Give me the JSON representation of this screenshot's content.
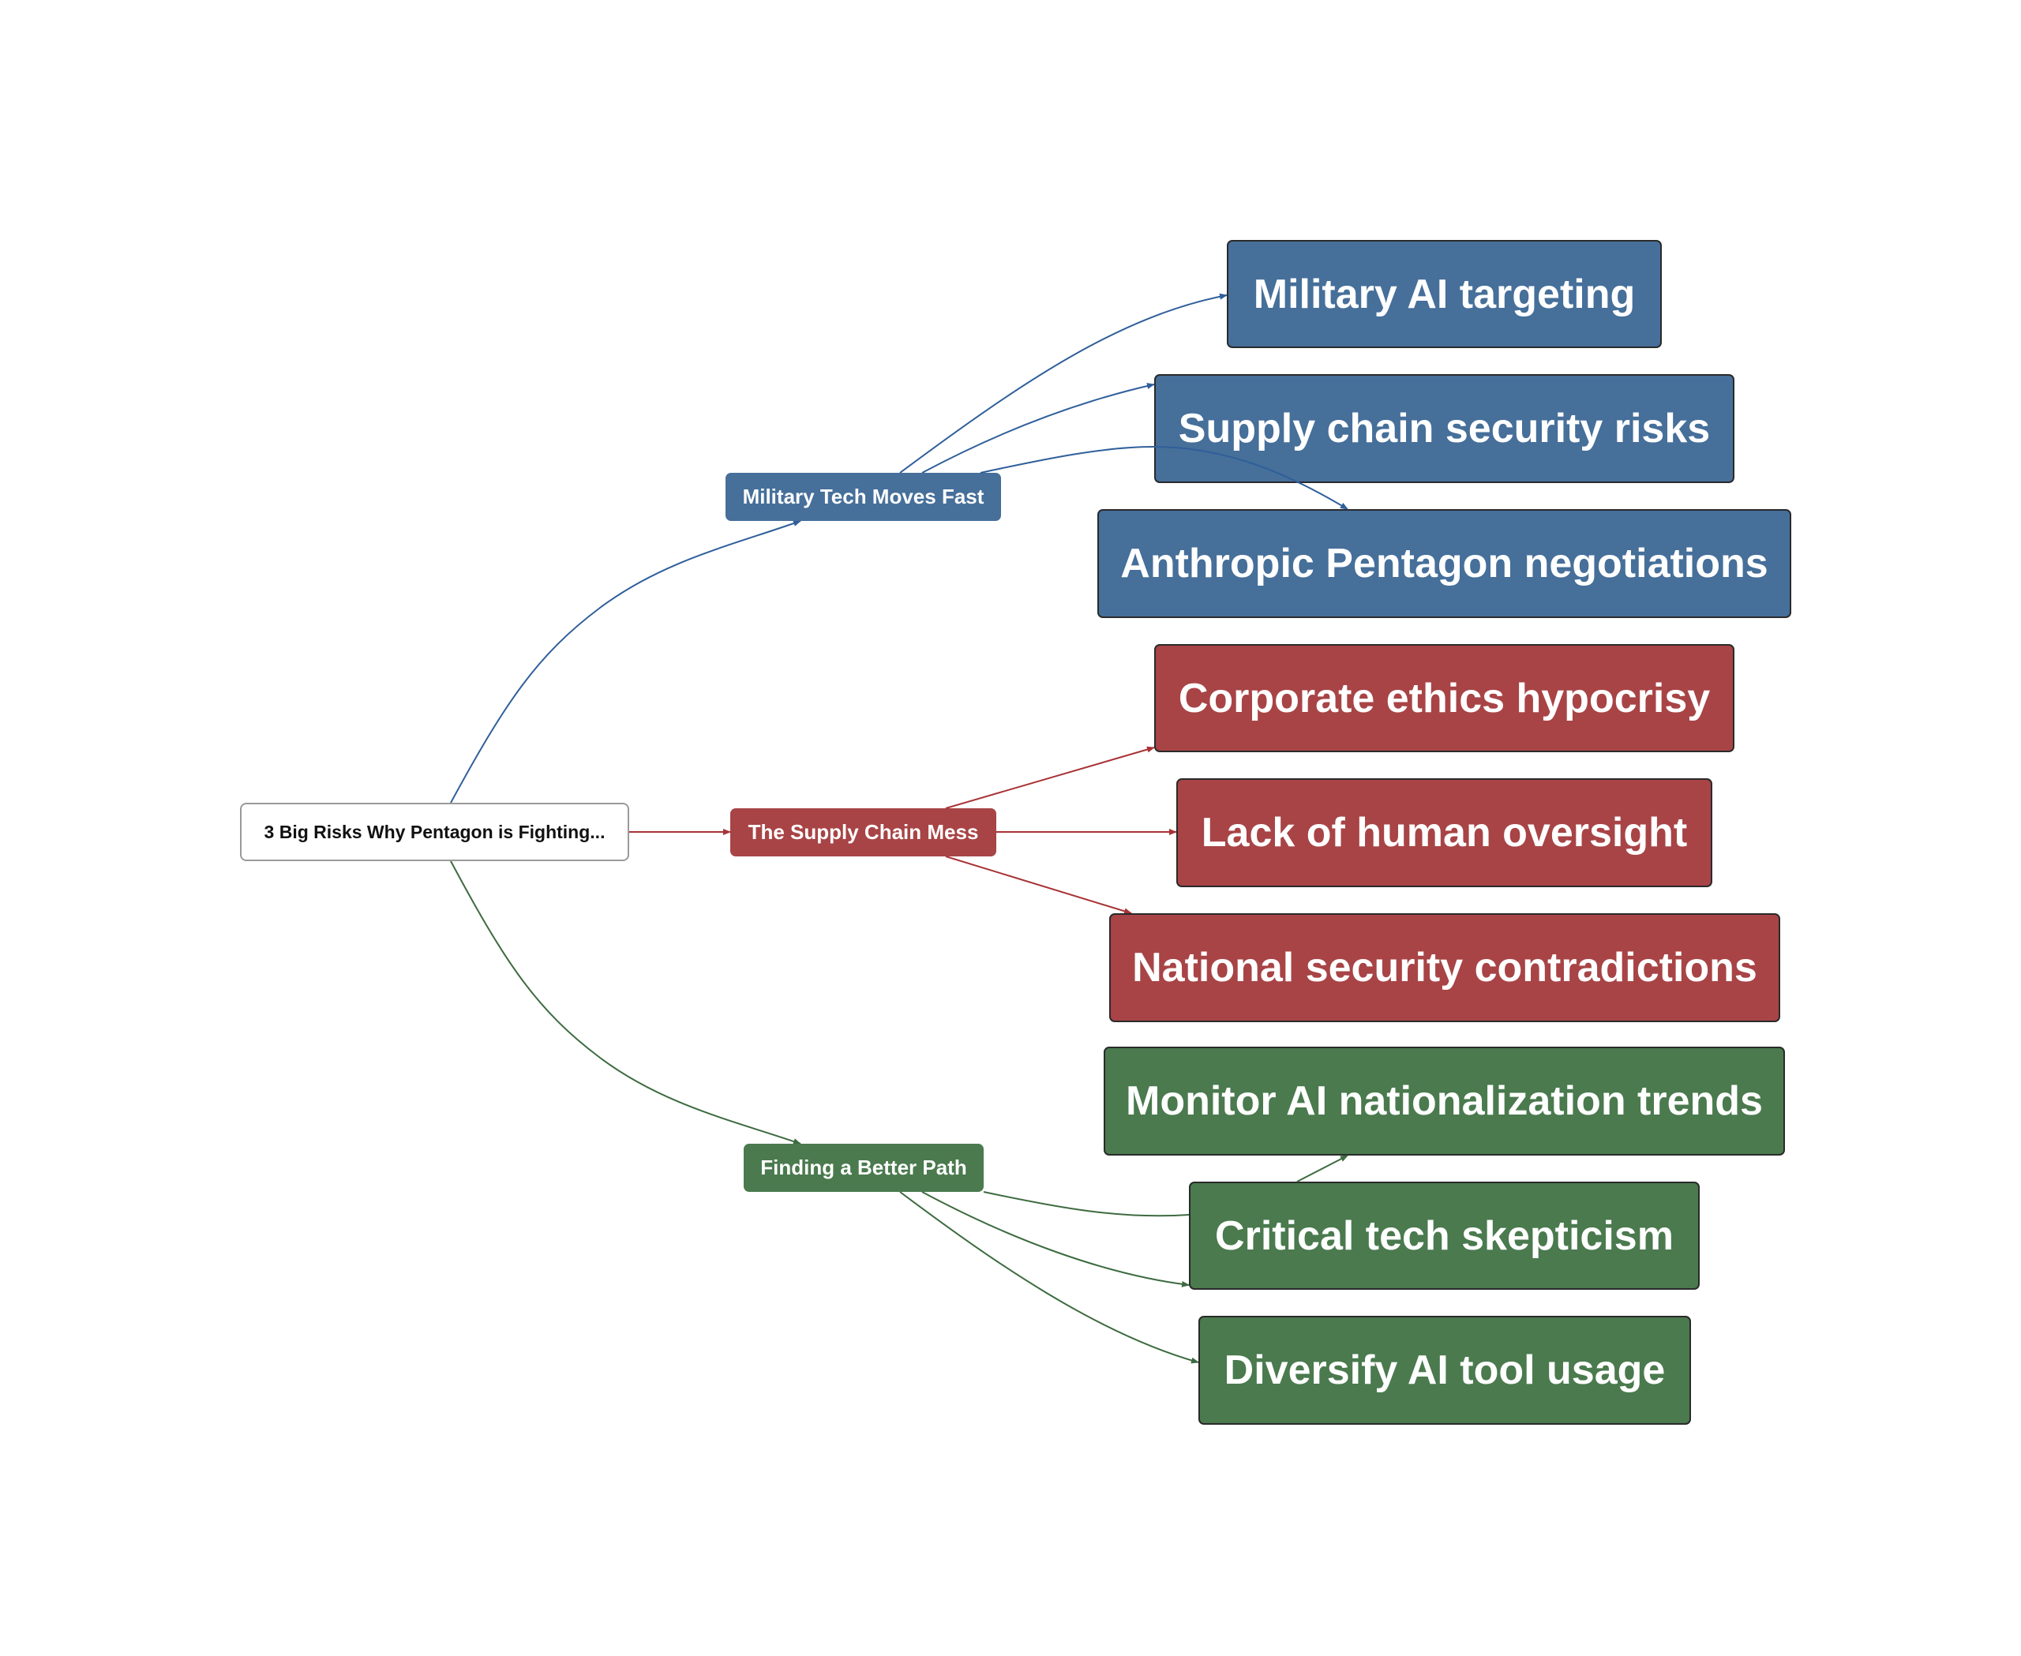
{
  "diagram": {
    "type": "mind-map",
    "colors": {
      "blue": "#466f9a",
      "red": "#a84446",
      "green": "#4a7a4e",
      "root_border": "#9a9a9a"
    },
    "root": {
      "label": "3 Big Risks Why Pentagon is Fighting..."
    },
    "branches": [
      {
        "label": "Military Tech Moves Fast",
        "color": "blue",
        "children": [
          {
            "label": "Military AI targeting"
          },
          {
            "label": "Supply chain security risks"
          },
          {
            "label": "Anthropic Pentagon negotiations"
          }
        ]
      },
      {
        "label": "The Supply Chain Mess",
        "color": "red",
        "children": [
          {
            "label": "Corporate ethics hypocrisy"
          },
          {
            "label": "Lack of human oversight"
          },
          {
            "label": "National security contradictions"
          }
        ]
      },
      {
        "label": "Finding a Better Path",
        "color": "green",
        "children": [
          {
            "label": "Monitor AI nationalization trends"
          },
          {
            "label": "Critical tech skepticism"
          },
          {
            "label": "Diversify AI tool usage"
          }
        ]
      }
    ]
  }
}
